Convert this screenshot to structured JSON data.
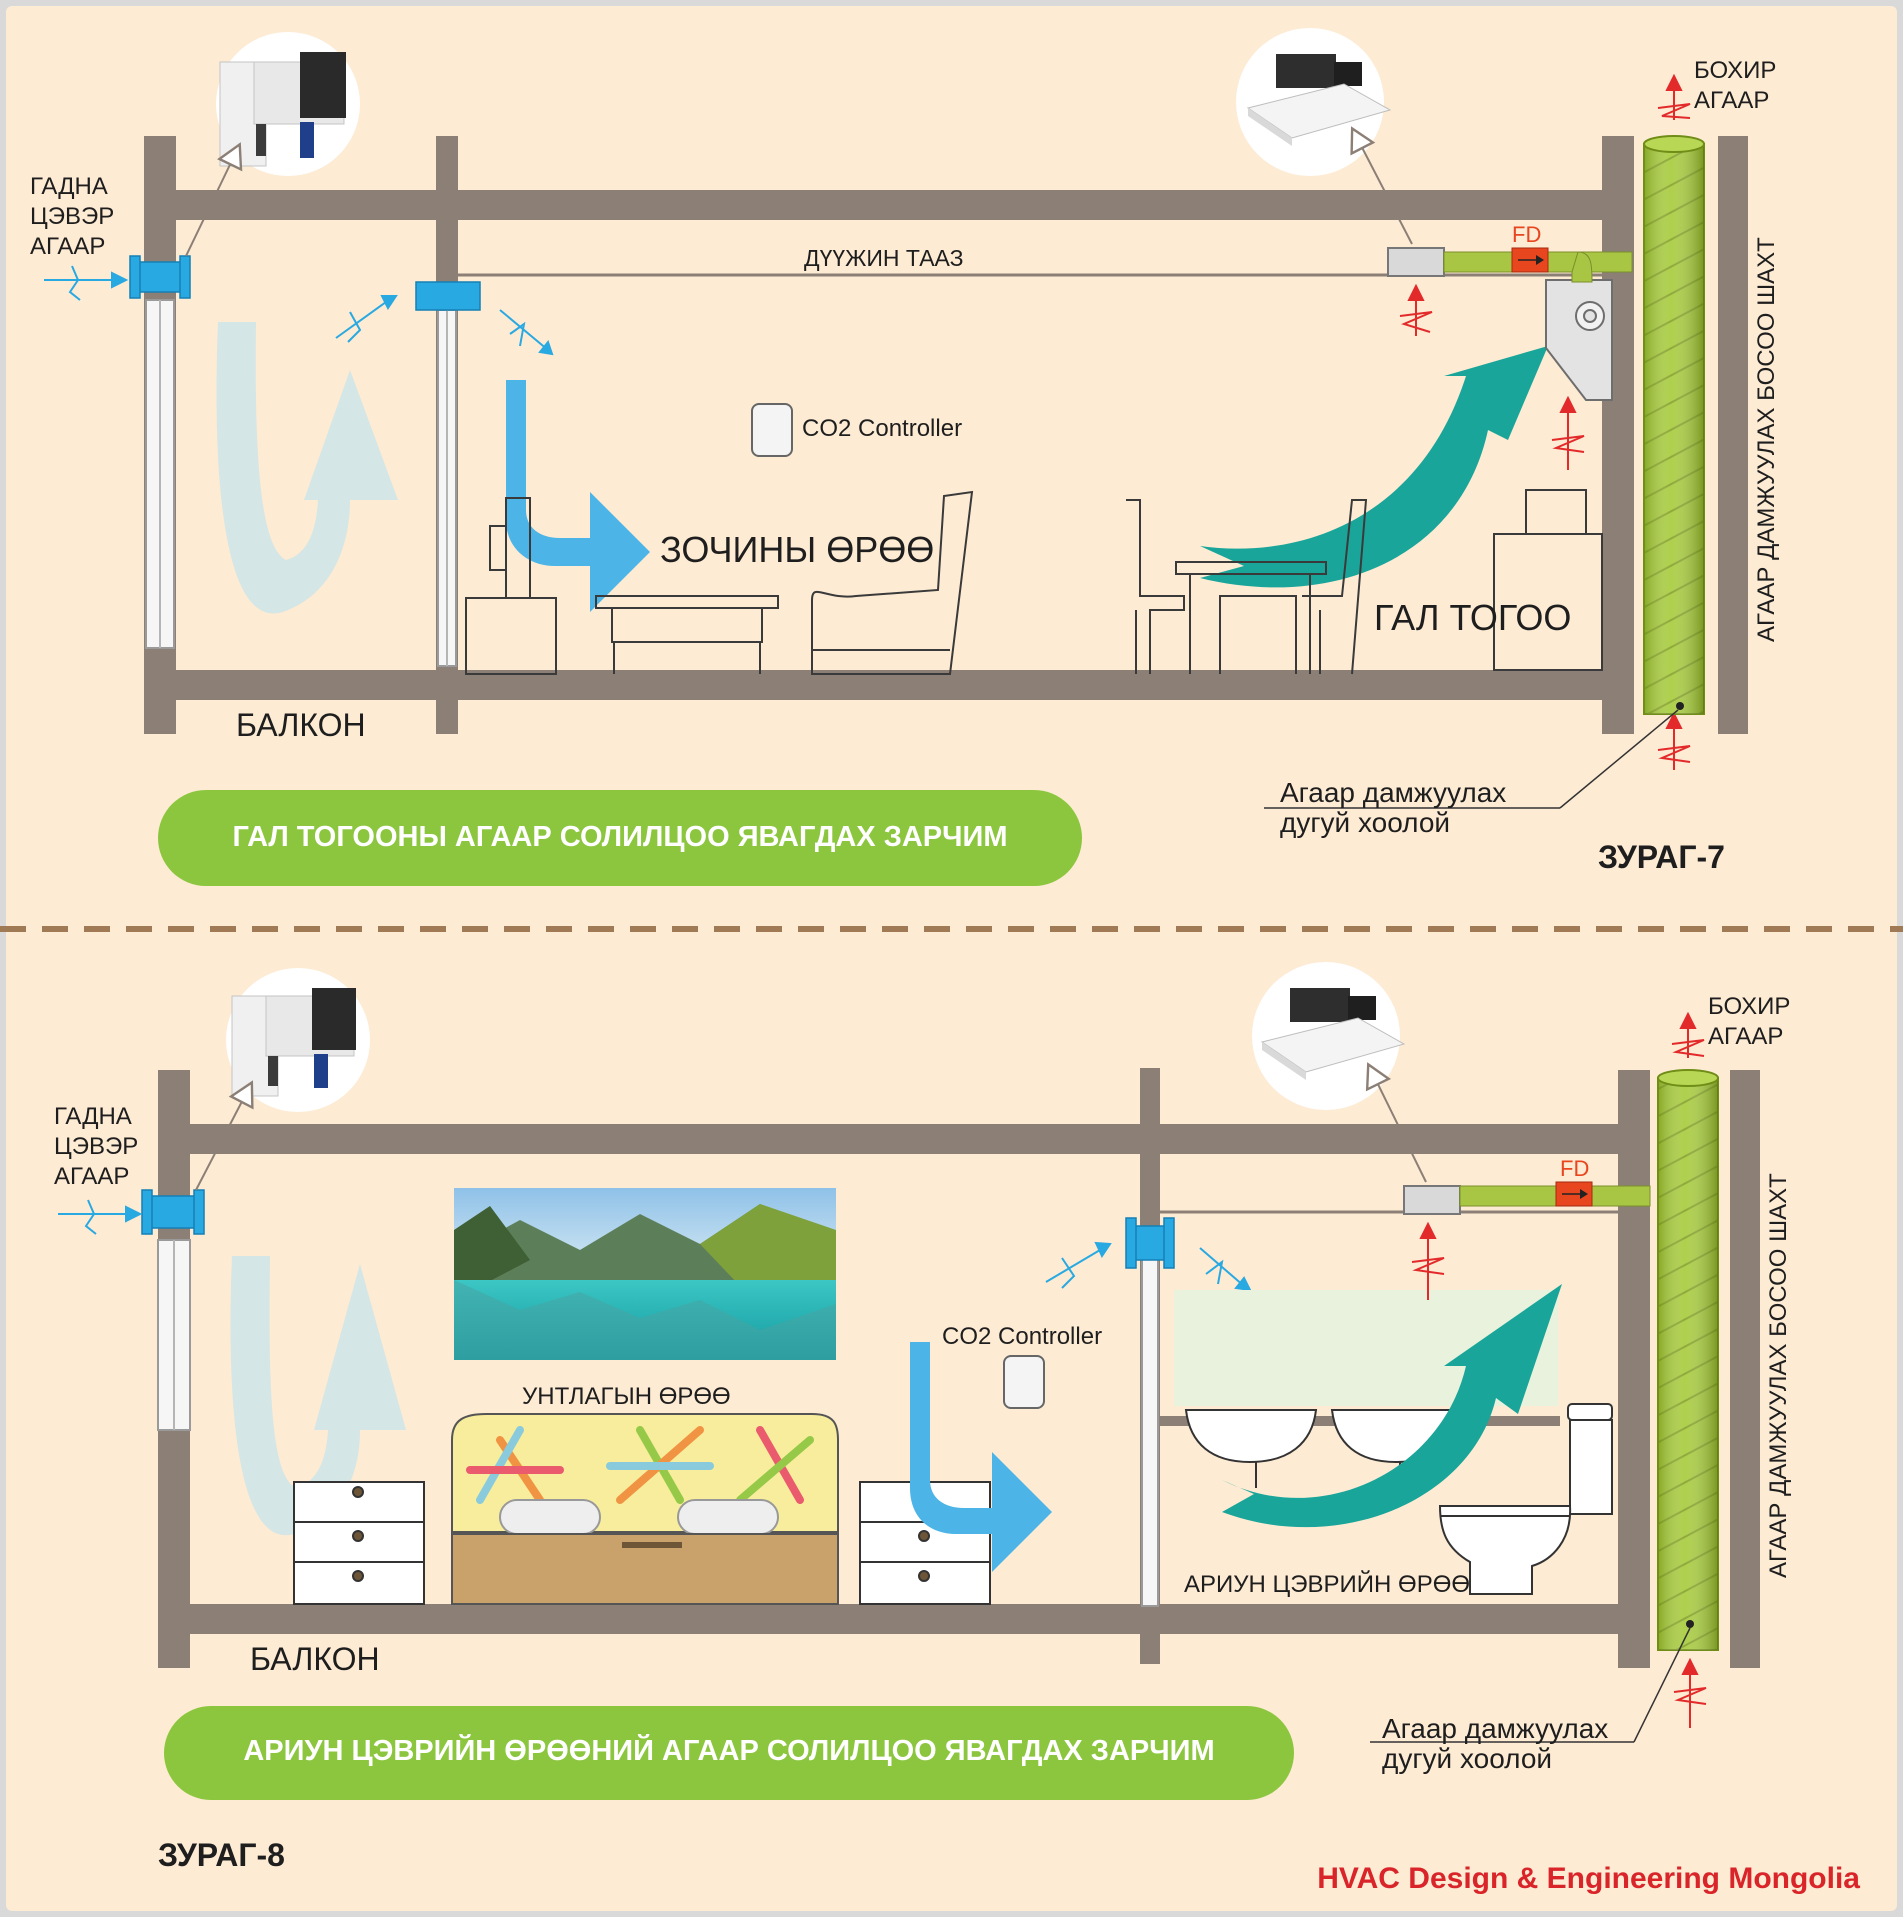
{
  "colors": {
    "background": "#fdebd4",
    "wall": "#8c7f76",
    "banner": "#8cc63f",
    "fan_blue": "#29a9e1",
    "airflow_light": "#cfe5e8",
    "supply_blue": "#4cb4e6",
    "exhaust_teal": "#1aa59a",
    "shaft_green": "#9dc52f",
    "fire_damper": "#e8461f",
    "red_arrow": "#e32a2a",
    "divider": "#a07a55",
    "credit_red": "#d9252a"
  },
  "figure7": {
    "outside_air": [
      "ГАДНА",
      "ЦЭВЭР",
      "АГААР"
    ],
    "dirty_air": [
      "БОХИР",
      "АГААР"
    ],
    "ceiling_label": "ДҮҮЖИН ТААЗ",
    "fd_label": "FD",
    "co2_label": "CO2 Controller",
    "living_room_label": "ЗОЧИНЫ ӨРӨӨ",
    "kitchen_label": "ГАЛ ТОГОО",
    "balcony_label": "БАЛКОН",
    "shaft_label": "АГААР ДАМЖУУЛАХ БОСОО ШАХТ",
    "duct_label": [
      "Агаар дамжуулах",
      "дугуй хоолой"
    ],
    "banner": "ГАЛ ТОГООНЫ АГААР СОЛИЛЦОО ЯВАГДАХ ЗАРЧИМ",
    "figure_label": "ЗУРАГ-7"
  },
  "figure8": {
    "outside_air": [
      "ГАДНА",
      "ЦЭВЭР",
      "АГААР"
    ],
    "dirty_air": [
      "БОХИР",
      "АГААР"
    ],
    "fd_label": "FD",
    "co2_label": "CO2 Controller",
    "bedroom_label": "УНТЛАГЫН ӨРӨӨ",
    "bathroom_label": "АРИУН ЦЭВРИЙН ӨРӨӨ",
    "balcony_label": "БАЛКОН",
    "shaft_label": "АГААР ДАМЖУУЛАХ БОСОО ШАХТ",
    "duct_label": [
      "Агаар дамжуулах",
      "дугуй хоолой"
    ],
    "banner": "АРИУН ЦЭВРИЙН ӨРӨӨНИЙ АГААР СОЛИЛЦОО ЯВАГДАХ ЗАРЧИМ",
    "figure_label": "ЗУРАГ-8"
  },
  "credit": "HVAC Design & Engineering Mongolia"
}
